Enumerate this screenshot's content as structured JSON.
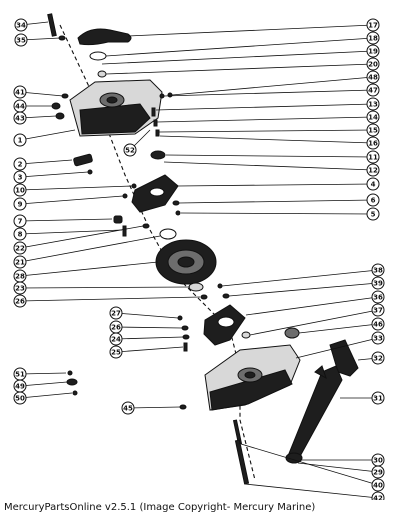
{
  "footer": "MercuryPartsOnline v2.5.1 (Image Copyright- Mercury Marine)",
  "callouts": [
    "34",
    "35",
    "41",
    "44",
    "43",
    "1",
    "2",
    "3",
    "10",
    "9",
    "7",
    "8",
    "22",
    "21",
    "28",
    "23",
    "26",
    "27",
    "26",
    "24",
    "25",
    "51",
    "49",
    "50",
    "45",
    "17",
    "18",
    "19",
    "20",
    "48",
    "47",
    "13",
    "14",
    "15",
    "16",
    "11",
    "12",
    "4",
    "6",
    "5",
    "38",
    "39",
    "36",
    "37",
    "46",
    "33",
    "32",
    "31",
    "30",
    "29",
    "40",
    "42",
    "52"
  ]
}
